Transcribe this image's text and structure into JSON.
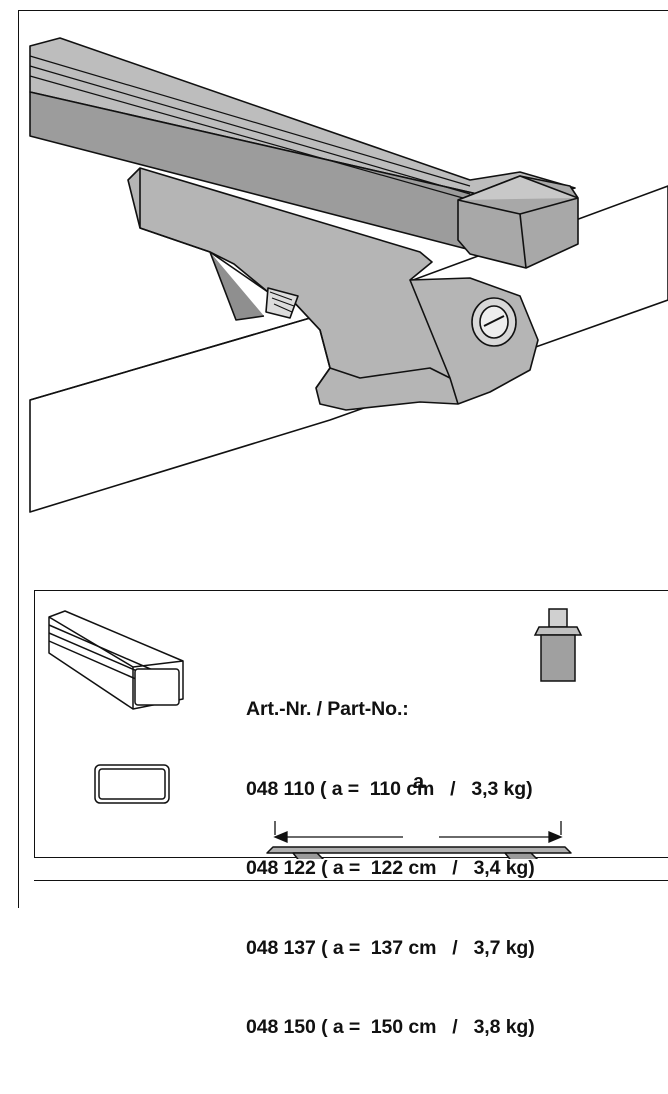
{
  "spec": {
    "heading": "Art.-Nr. / Part-No.:",
    "items": [
      "048 110 ( a =  110 cm   /   3,3 kg)",
      "048 122 ( a =  122 cm   /   3,4 kg)",
      "048 137 ( a =  137 cm   /   3,7 kg)",
      "048 150 ( a =  150 cm   /   3,8 kg)"
    ],
    "dimension_label": "a"
  },
  "icons": {
    "weight": "weight-icon",
    "bar_profile": "bar-profile-icon",
    "cross_section": "cross-section-icon",
    "mount": "roof-rail-mount-icon"
  },
  "colors": {
    "line": "#111111",
    "fill_dark": "#9a9a9a",
    "fill_mid": "#b5b5b5",
    "fill_light": "#cfcfcf"
  }
}
